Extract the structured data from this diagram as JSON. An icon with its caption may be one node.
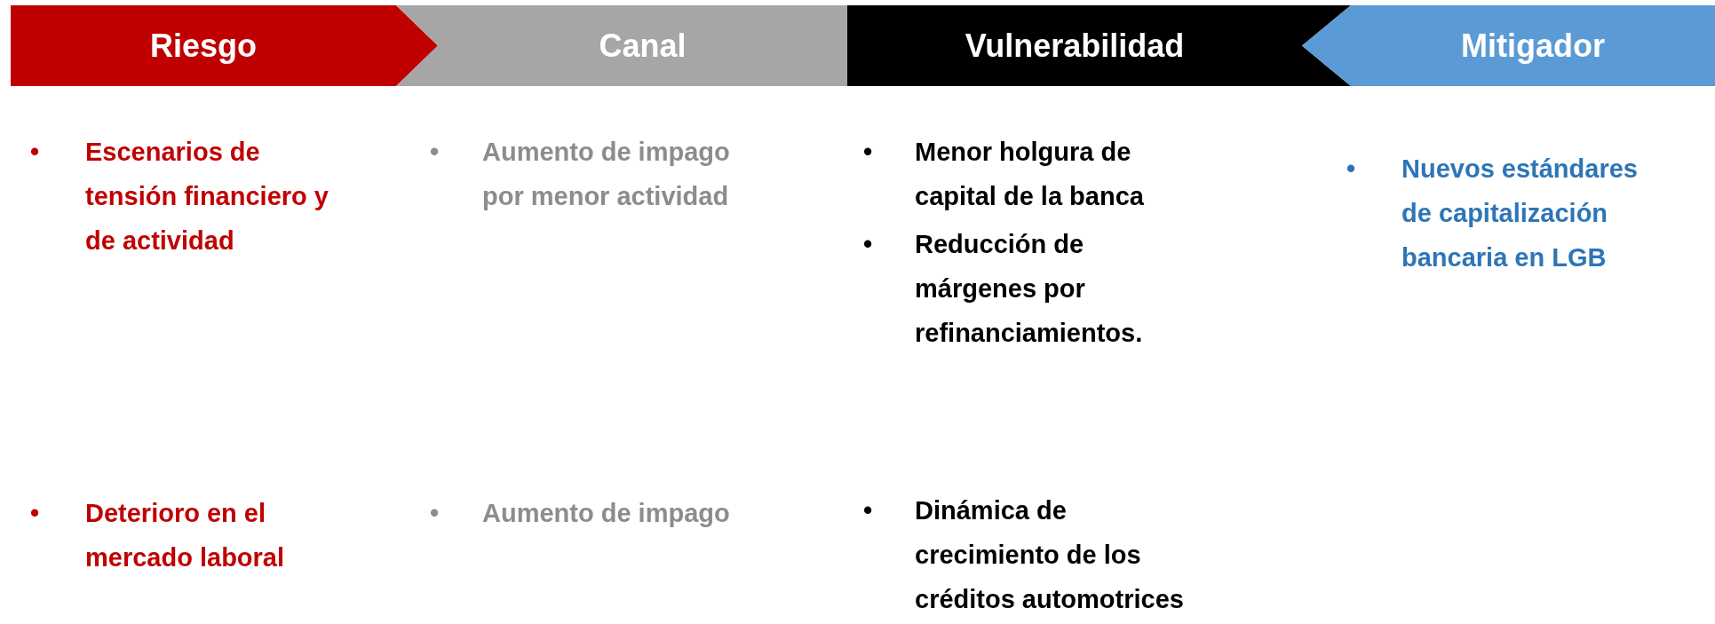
{
  "diagram": {
    "nodes": [
      {
        "text": [
          "Riesgo"
        ]
      },
      {
        "text": [
          "Canal"
        ]
      },
      {
        "text": [
          "Vulnerabilidad"
        ]
      },
      {
        "text": [
          "Mitigador"
        ]
      }
    ],
    "edges": [],
    "labels": [
      "•",
      "Escenarios de tensión financiero y de actividad",
      "•",
      "Aumento de impago por menor actividad",
      "•",
      "Menor holgura de capital de la banca",
      "•",
      "Reducción de márgenes por refinanciamientos.",
      "•",
      "Nuevos estándares de capitalización bancaria en LGB",
      "•",
      "Deterioro en el mercado laboral",
      "•",
      "Aumento de impago",
      "•",
      "Dinámica de crecimiento de los créditos automotrices"
    ]
  }
}
